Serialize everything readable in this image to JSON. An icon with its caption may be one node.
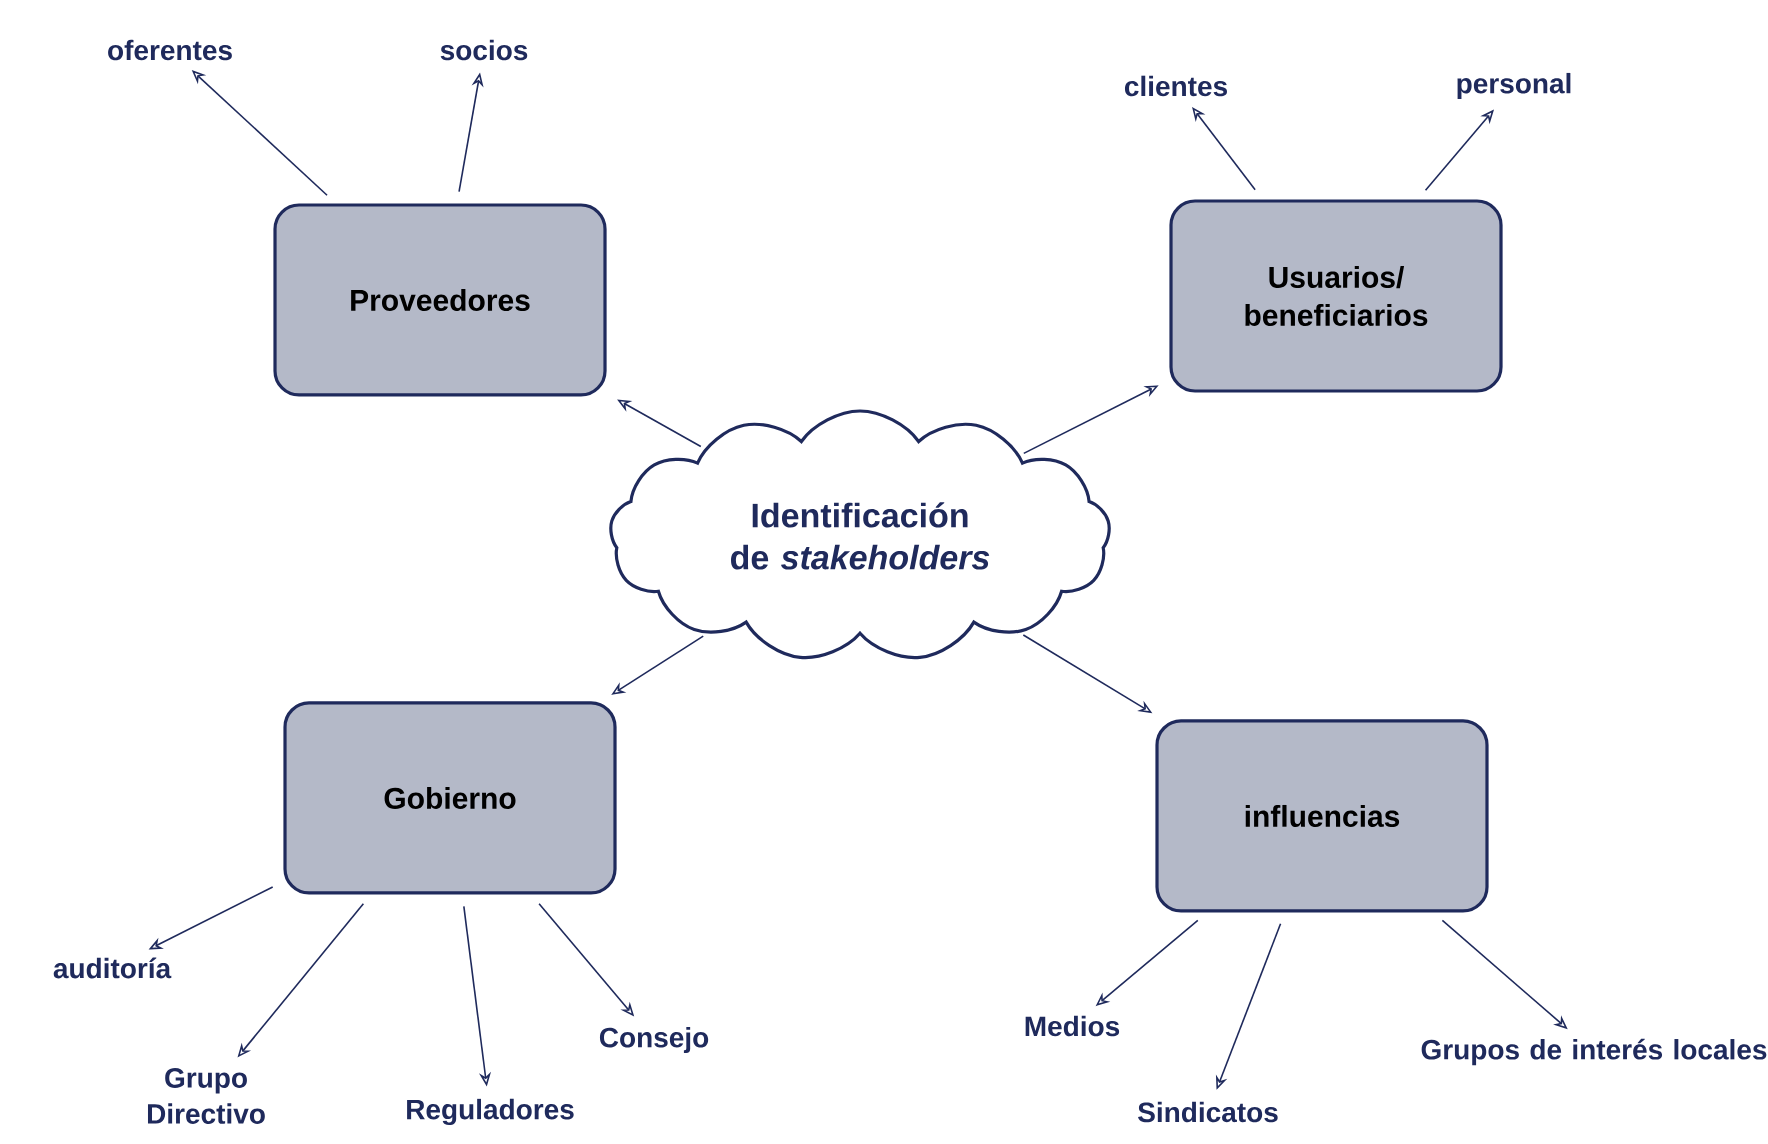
{
  "diagram": {
    "nodes": [
      {
        "text": [
          "Identificación de *stakeholders*"
        ]
      },
      {
        "text": [
          "Proveedores"
        ]
      },
      {
        "text": [
          "oferentes"
        ]
      },
      {
        "text": [
          "socios"
        ]
      },
      {
        "text": [
          "Usuarios/ beneficiarios"
        ]
      },
      {
        "text": [
          "clientes"
        ]
      },
      {
        "text": [
          "personal"
        ]
      },
      {
        "text": [
          "Gobierno"
        ]
      },
      {
        "text": [
          "auditoría"
        ]
      },
      {
        "text": [
          "Grupo Directivo"
        ]
      },
      {
        "text": [
          "Reguladores"
        ]
      },
      {
        "text": [
          "Consejo"
        ]
      },
      {
        "text": [
          "influencias"
        ]
      },
      {
        "text": [
          "Medios"
        ]
      },
      {
        "text": [
          "Sindicatos"
        ]
      },
      {
        "text": [
          "Grupos de interés locales"
        ]
      }
    ],
    "edges": [
      {
        "from": 0,
        "to": 1,
        "arrow": "to"
      },
      {
        "from": 0,
        "to": 4,
        "arrow": "to"
      },
      {
        "from": 0,
        "to": 7,
        "arrow": "to"
      },
      {
        "from": 0,
        "to": 12,
        "arrow": "to"
      },
      {
        "from": 1,
        "to": 2,
        "arrow": "to"
      },
      {
        "from": 1,
        "to": 3,
        "arrow": "to"
      },
      {
        "from": 4,
        "to": 5,
        "arrow": "to"
      },
      {
        "from": 4,
        "to": 6,
        "arrow": "to"
      },
      {
        "from": 7,
        "to": 8,
        "arrow": "to"
      },
      {
        "from": 7,
        "to": 9,
        "arrow": "to"
      },
      {
        "from": 7,
        "to": 10,
        "arrow": "to"
      },
      {
        "from": 7,
        "to": 11,
        "arrow": "to"
      },
      {
        "from": 12,
        "to": 13,
        "arrow": "to"
      },
      {
        "from": 12,
        "to": 14,
        "arrow": "to"
      },
      {
        "from": 12,
        "to": 15,
        "arrow": "to"
      }
    ]
  }
}
